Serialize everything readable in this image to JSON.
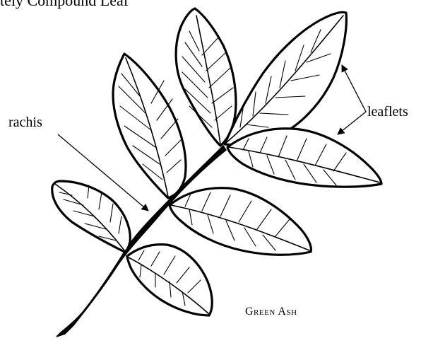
{
  "diagram": {
    "title": "tely Compound Leaf",
    "labels": {
      "rachis": "rachis",
      "leaflets": "leaflets",
      "species": "Green Ash"
    }
  }
}
